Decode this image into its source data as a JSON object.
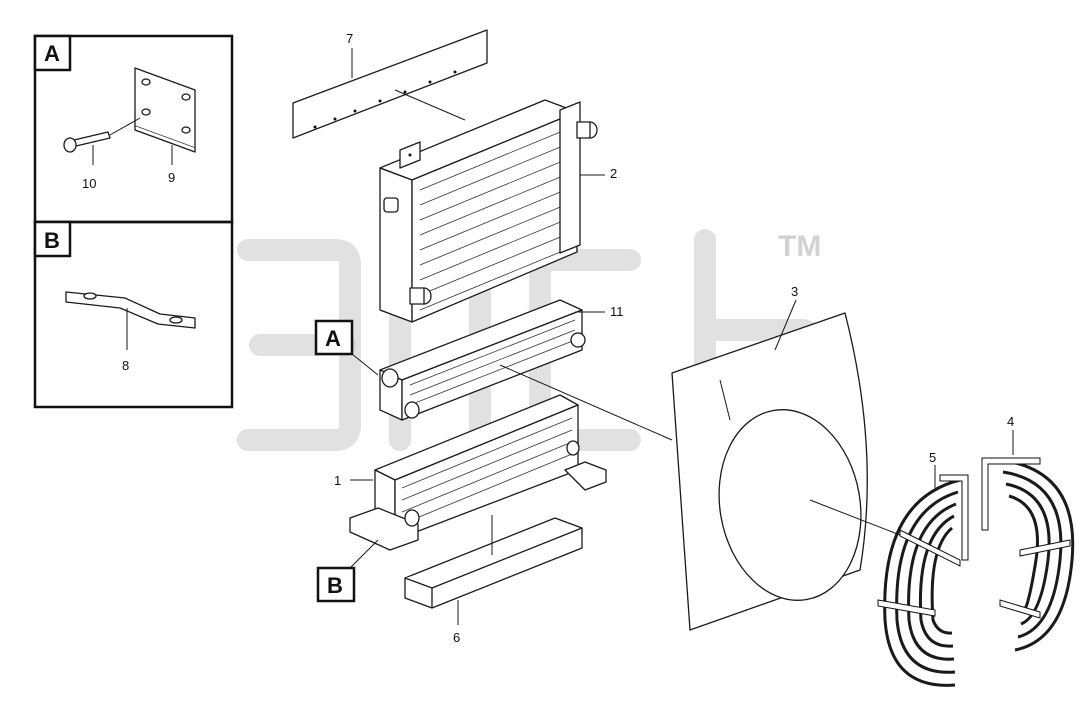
{
  "detail_tags": {
    "a": "A",
    "b": "B"
  },
  "callouts": {
    "p1": "1",
    "p2": "2",
    "p3": "3",
    "p4": "4",
    "p5": "5",
    "p6": "6",
    "p7": "7",
    "p8": "8",
    "p9": "9",
    "p10": "10",
    "p11": "11"
  },
  "watermark": {
    "tm": "TM"
  }
}
